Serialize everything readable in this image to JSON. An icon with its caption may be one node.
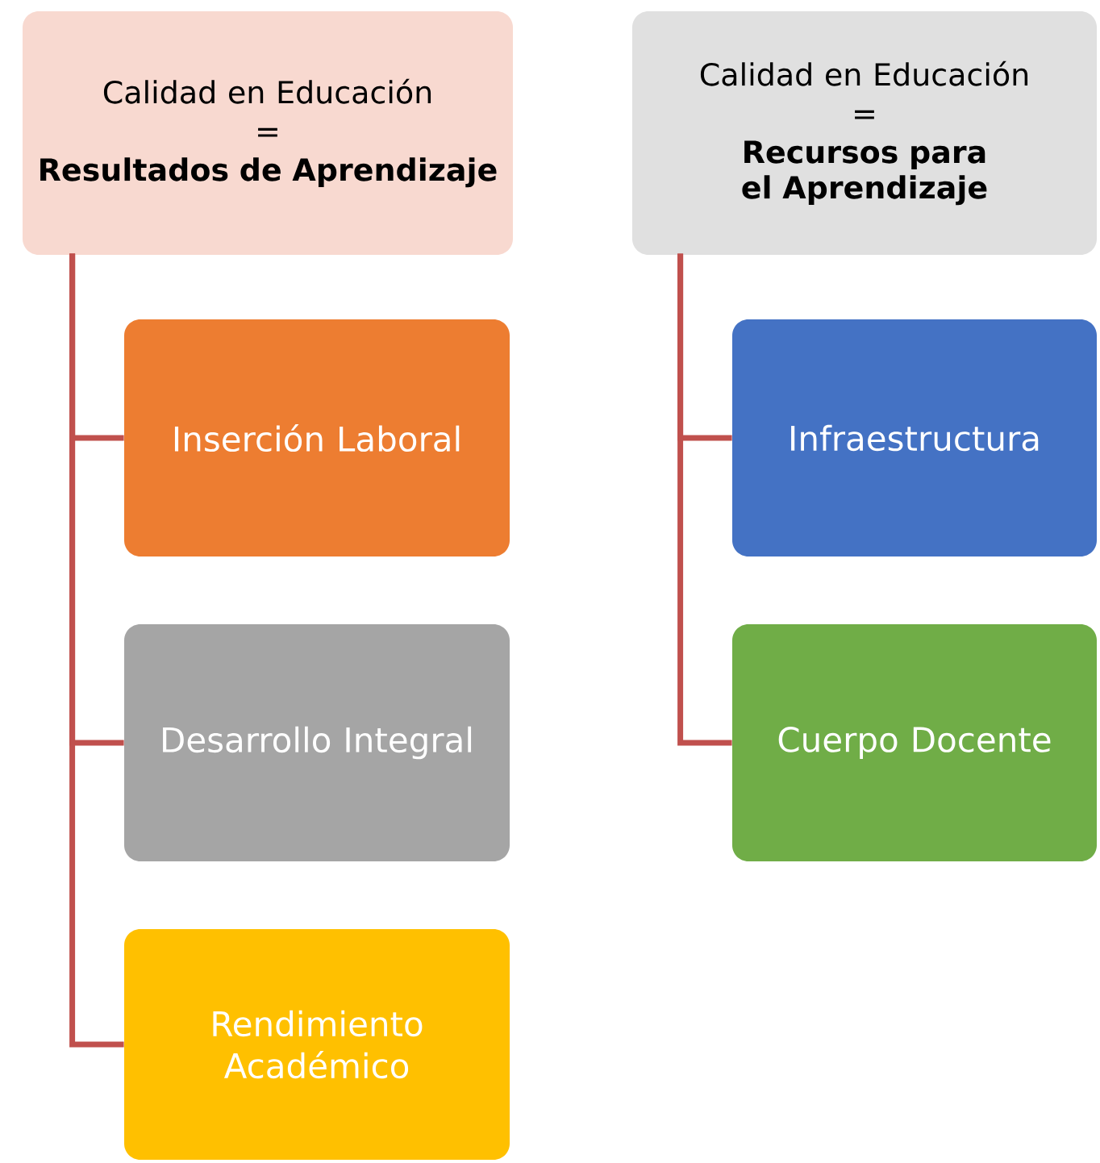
{
  "diagram": {
    "nodes": [
      {
        "text": [
          "Calidad en Educación",
          "=",
          "Resultados de Aprendizaje"
        ]
      },
      {
        "text": [
          "Inserción Laboral"
        ]
      },
      {
        "text": [
          "Desarrollo Integral"
        ]
      },
      {
        "text": [
          "Rendimiento Académico"
        ]
      },
      {
        "text": [
          "Calidad en Educación",
          "=",
          "Recursos para el Aprendizaje"
        ]
      },
      {
        "text": [
          "Infraestructura"
        ]
      },
      {
        "text": [
          "Cuerpo Docente"
        ]
      }
    ],
    "edges": [
      {
        "from": 0,
        "to": 1,
        "arrow": "none"
      },
      {
        "from": 0,
        "to": 2,
        "arrow": "none"
      },
      {
        "from": 0,
        "to": 3,
        "arrow": "none"
      },
      {
        "from": 4,
        "to": 5,
        "arrow": "none"
      },
      {
        "from": 4,
        "to": 6,
        "arrow": "none"
      }
    ]
  }
}
